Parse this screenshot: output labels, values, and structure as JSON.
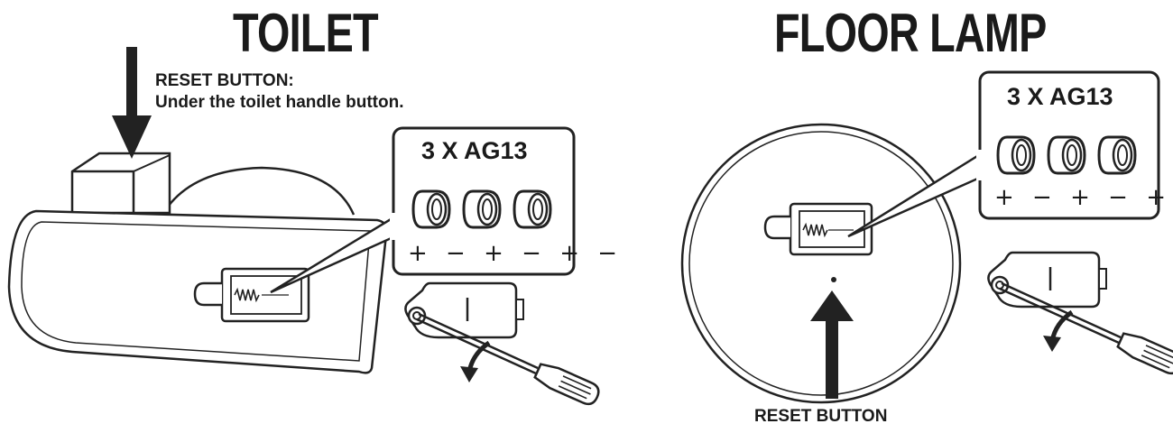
{
  "toilet": {
    "title": "TOILET",
    "reset_label": "RESET BUTTON:",
    "reset_detail": "Under the toilet handle button.",
    "battery_spec": "3 X AG13",
    "polarity": "+ − + − + −"
  },
  "floor_lamp": {
    "title": "FLOOR LAMP",
    "reset_label": "RESET BUTTON",
    "battery_spec": "3 X AG13",
    "polarity": "+ − + − + −"
  },
  "icons": [
    "down-arrow-icon",
    "up-arrow-icon",
    "battery-cell-icon",
    "screwdriver-icon",
    "rotate-arrow-icon",
    "spring-icon"
  ]
}
